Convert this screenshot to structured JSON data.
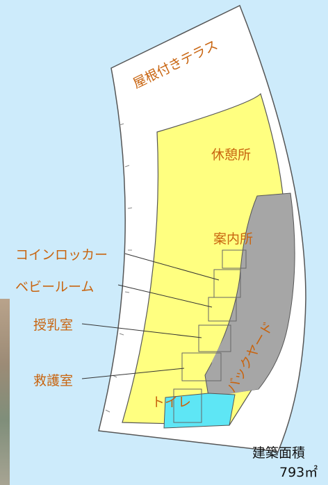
{
  "labels": {
    "terrace": "屋根付きテラス",
    "lounge": "休憩所",
    "info": "案内所",
    "coin_locker": "コインロッカー",
    "baby_room": "ベビールーム",
    "nursing_room": "授乳室",
    "first_aid": "救護室",
    "backyard": "バックヤード",
    "toilet": "トイレ"
  },
  "area": {
    "label": "建築面積",
    "value": "793㎡"
  },
  "colors": {
    "background": "#cdebfb",
    "label_text": "#c8640f",
    "terrace": "#ffffff",
    "public_space": "#ffff80",
    "backyard": "#a6a6a6",
    "toilet": "#5ee6f5",
    "outline": "#555555"
  }
}
